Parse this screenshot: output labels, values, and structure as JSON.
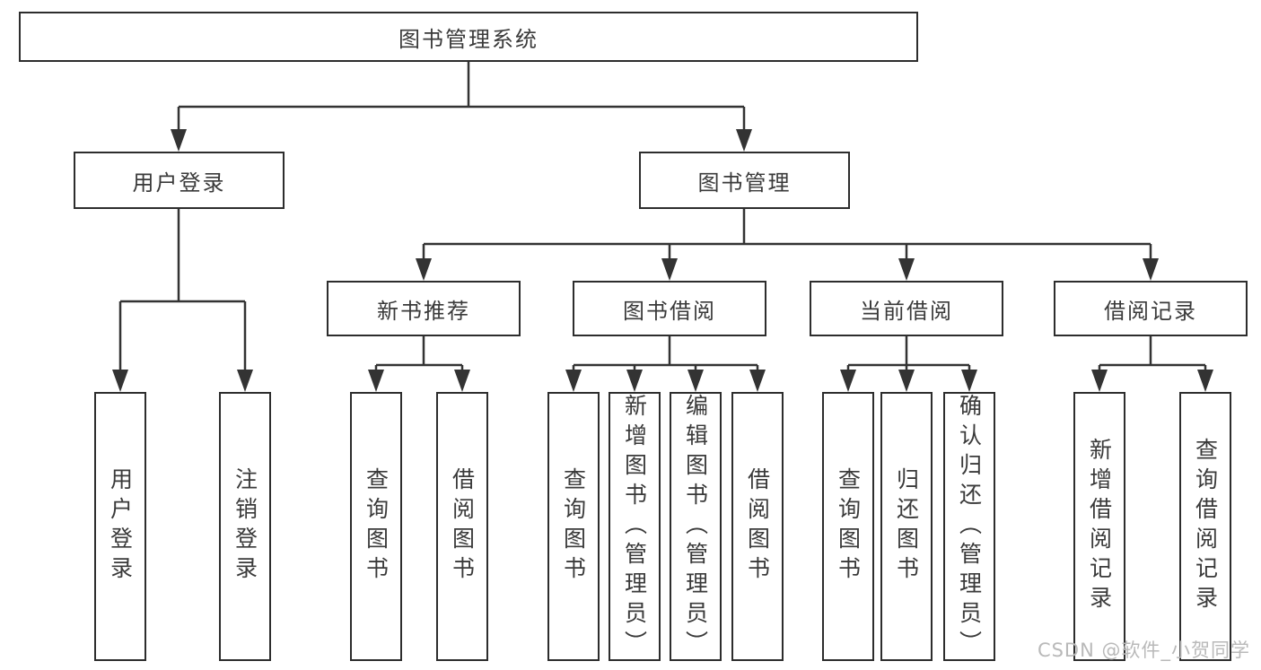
{
  "diagram": {
    "root": {
      "label": "图书管理系统"
    },
    "level1": {
      "user_login": {
        "label": "用户登录",
        "children": {
          "login": "用户登录",
          "logout": "注销登录"
        }
      },
      "book_mgmt": {
        "label": "图书管理"
      }
    },
    "level2": {
      "new_book": {
        "label": "新书推荐",
        "children": {
          "query": "查询图书",
          "borrow": "借阅图书"
        }
      },
      "borrow": {
        "label": "图书借阅",
        "children": {
          "query": "查询图书",
          "add": "新增图书（管理员）",
          "edit": "编辑图书（管理员）",
          "borrow": "借阅图书"
        }
      },
      "current": {
        "label": "当前借阅",
        "children": {
          "query": "查询图书",
          "return": "归还图书",
          "confirm": "确认归还（管理员）"
        }
      },
      "records": {
        "label": "借阅记录",
        "children": {
          "add": "新增借阅记录",
          "query": "查询借阅记录"
        }
      }
    }
  },
  "watermark": {
    "text": "CSDN @软件_小贺同学"
  },
  "colors": {
    "line": "#333333",
    "box_border": "#2d2d2d",
    "text": "#3a3a3a",
    "watermark": "#b9b9b9",
    "background": "#ffffff"
  }
}
